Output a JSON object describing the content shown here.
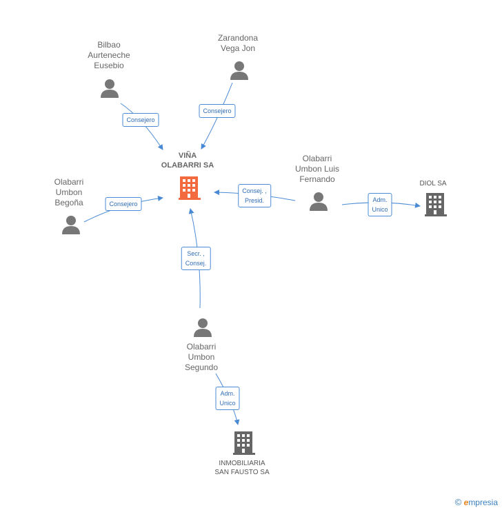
{
  "colors": {
    "edge": "#4a8ad4",
    "main_company": "#f26a3d",
    "company": "#666666",
    "person": "#777777"
  },
  "nodes": {
    "vina": {
      "name_l1": "VIÑA",
      "name_l2": "OLABARRI SA",
      "icon": "building-icon"
    },
    "bilbao": {
      "name_l1": "Bilbao",
      "name_l2": "Aurteneche",
      "name_l3": "Eusebio",
      "icon": "person-icon"
    },
    "zarandona": {
      "name_l1": "Zarandona",
      "name_l2": "Vega Jon",
      "icon": "person-icon"
    },
    "begona": {
      "name_l1": "Olabarri",
      "name_l2": "Umbon",
      "name_l3": "Begoña",
      "icon": "person-icon"
    },
    "luis": {
      "name_l1": "Olabarri",
      "name_l2": "Umbon Luis",
      "name_l3": "Fernando",
      "icon": "person-icon"
    },
    "segundo": {
      "name_l1": "Olabarri",
      "name_l2": "Umbon",
      "name_l3": "Segundo",
      "icon": "person-icon"
    },
    "diol": {
      "name_l1": "DIOL SA",
      "icon": "building-icon"
    },
    "inmobiliaria": {
      "name_l1": "INMOBILIARIA",
      "name_l2": "SAN FAUSTO SA",
      "icon": "building-icon"
    }
  },
  "edges": {
    "bilbao": {
      "l1": "Consejero"
    },
    "zarandona": {
      "l1": "Consejero"
    },
    "begona": {
      "l1": "Consejero"
    },
    "luis": {
      "l1": "Consej. ,",
      "l2": "Presid."
    },
    "segundo": {
      "l1": "Secr. ,",
      "l2": "Consej."
    },
    "diol": {
      "l1": "Adm.",
      "l2": "Unico"
    },
    "inmobiliaria": {
      "l1": "Adm.",
      "l2": "Unico"
    }
  },
  "brand": {
    "symbol": "©",
    "e": "e",
    "rest": "mpresia"
  }
}
